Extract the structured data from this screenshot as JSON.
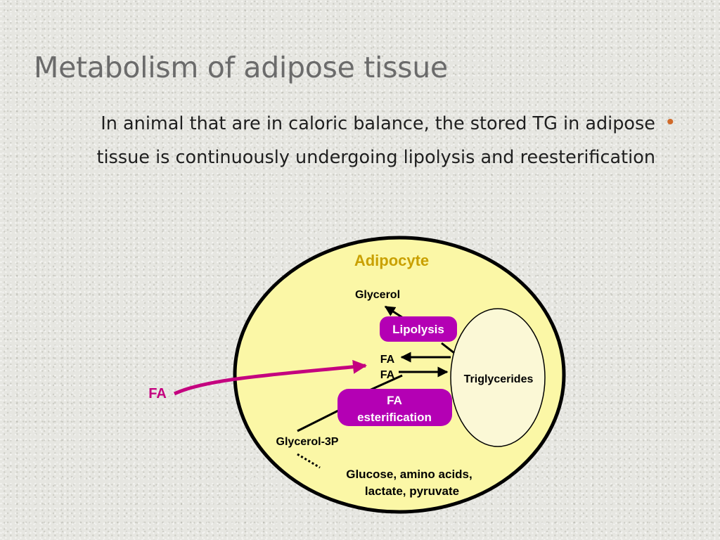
{
  "slide": {
    "title": "Metabolism of adipose tissue",
    "body": "In animal that are in caloric balance, the stored TG in adipose tissue is continuously undergoing lipolysis and reesterification",
    "bullet_color": "#d06a2a"
  },
  "diagram": {
    "cell_label": "Adipocyte",
    "glycerol": "Glycerol",
    "lipolysis": "Lipolysis",
    "fa_out": "FA",
    "fa_in": "FA",
    "triglycerides": "Triglycerides",
    "external_fa": "FA",
    "esterification_line1": "FA",
    "esterification_line2": "esterification",
    "glycerol_3p": "Glycerol-3P",
    "sources_line1": "Glucose, amino acids,",
    "sources_line2": "lactate, pyruvate",
    "colors": {
      "cell_fill": "#fbf7a6",
      "cell_label": "#c9a000",
      "process_box": "#b400b4",
      "external_arrow": "#c4007f",
      "tg_fill": "#fbf8d6"
    }
  }
}
